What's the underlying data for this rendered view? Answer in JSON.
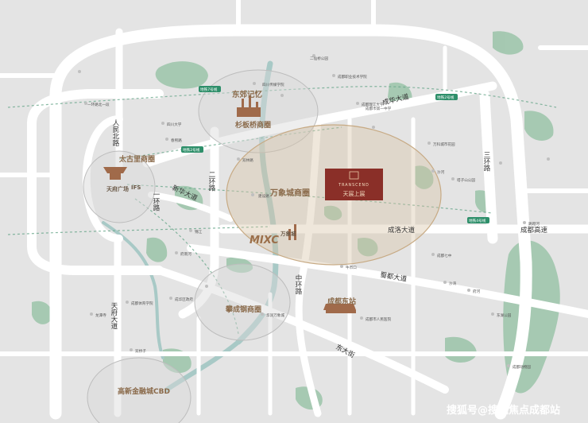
{
  "colors": {
    "background": "#e4e4e4",
    "road": "#ffffff",
    "green": "#9bc4a9",
    "water": "#a8c9c6",
    "zone_circle": "#d4c3a8",
    "project": "#8a2f28",
    "metro": "#2e8f6a"
  },
  "roads": {
    "chenghua": "成华大道",
    "sanhuan": "三环路",
    "renmin_north": "人民北路",
    "erhuan": "二环路",
    "yihuan": "一环路",
    "xinhua": "新华大道",
    "chenghan": "成洛大道",
    "chengluo_expressway": "成都高速",
    "longdu": "蜀都大道",
    "zhongshan": "中环路",
    "dongda": "东大街",
    "tianfu": "天府大道"
  },
  "zones": {
    "dongjiao": "东郊记忆",
    "shanbanqiao": "杉板桥商圈",
    "taikoo": "太古里商圈",
    "tianfu_square": "天府广场",
    "ifs": "IFS",
    "wanxiang": "万象城商圈",
    "mixc_brand": "MIXC",
    "mixc_cn": "万象城",
    "panchenggang": "攀成钢商圈",
    "chengdu_east": "成都东站",
    "gaoxin": "高新金融城CBD"
  },
  "project": {
    "name_en": "TRANSCEND",
    "name_cn": "天宸上宸"
  },
  "metro": {
    "line7": "地铁7号线",
    "line2": "地铁2号线",
    "line4": "地铁4号线"
  },
  "watermark": "搜狐号@搜狐焦点成都站",
  "pois": [
    "二仙桥公园",
    "成都职业技术学院",
    "成都理工大学",
    "四川传媒学院",
    "一环路北一段",
    "四川大学",
    "天府广场",
    "春熙路",
    "双林路",
    "建设路",
    "万科城市花园",
    "成都东站",
    "沙河",
    "塔子山公园",
    "锦江",
    "府南河",
    "成都市第一中学",
    "成华区政府",
    "成都体育学院",
    "龙潭寺",
    "华润万象城",
    "成都市人民医院",
    "成都七中",
    "沙湾",
    "府河",
    "东湖公园",
    "牛市口",
    "双桥子",
    "成都动物园",
    "跳蹬河"
  ]
}
